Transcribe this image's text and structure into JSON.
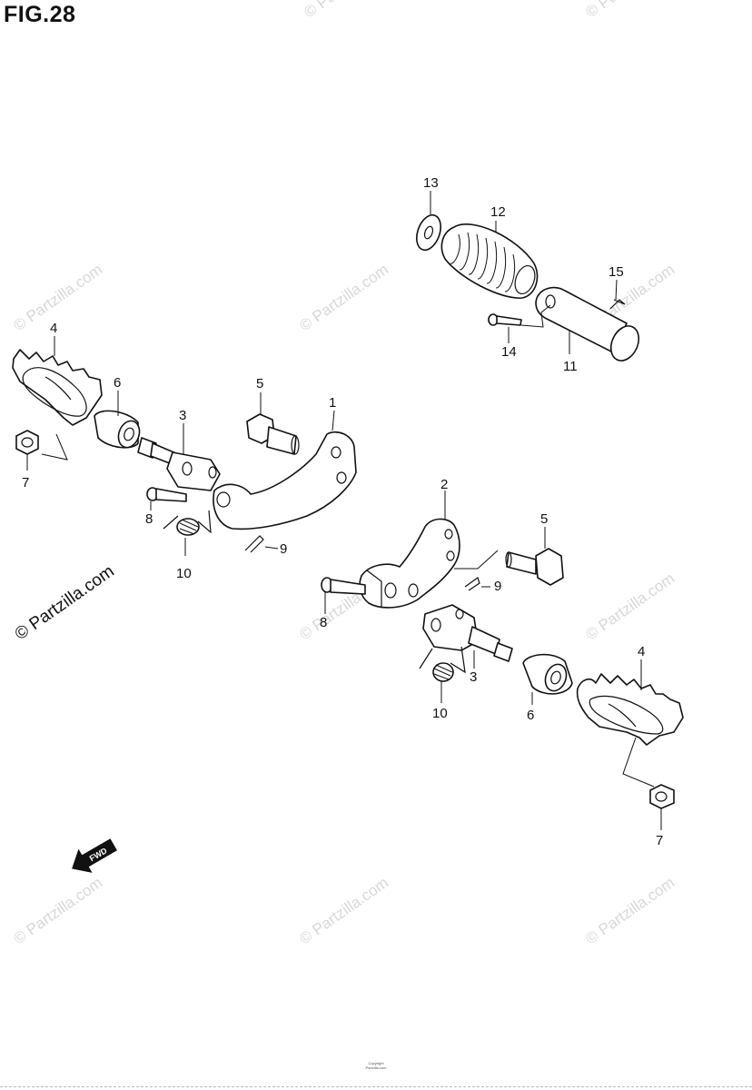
{
  "figure": {
    "title": "FIG.28"
  },
  "watermark": {
    "text": "© Partzilla.com"
  },
  "callouts": {
    "c1": "1",
    "c2": "2",
    "c3_left": "3",
    "c3_right": "3",
    "c4_left": "4",
    "c4_right": "4",
    "c5_left": "5",
    "c5_right": "5",
    "c6_left": "6",
    "c6_right": "6",
    "c7_left": "7",
    "c7_right": "7",
    "c8_left": "8",
    "c8_right": "8",
    "c9_left": "9",
    "c9_right": "9",
    "c10_left": "10",
    "c10_right": "10",
    "c11": "11",
    "c12": "12",
    "c13": "13",
    "c14": "14",
    "c15": "15"
  },
  "fwd_arrow": {
    "label": "FWD"
  },
  "footer": {
    "line1": "Copyright",
    "line2": "Partzilla.com"
  },
  "icons": [
    "fwd-arrow-icon"
  ]
}
